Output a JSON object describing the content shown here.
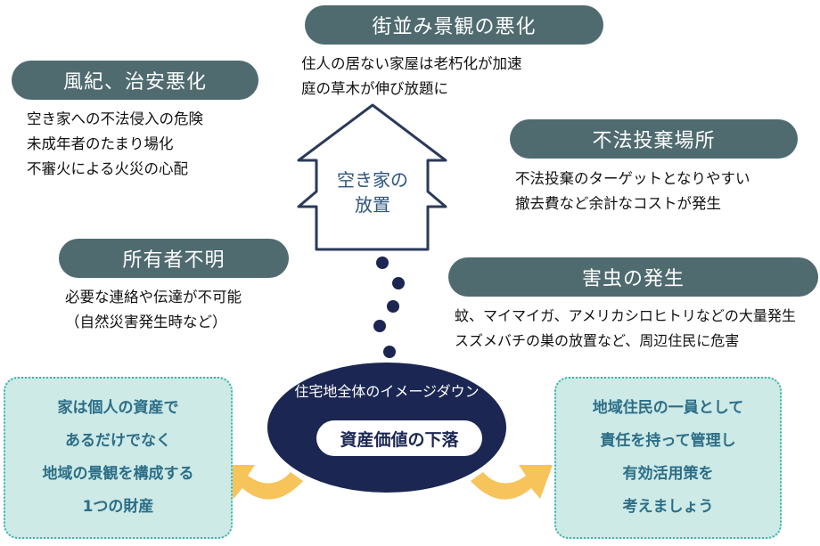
{
  "center": {
    "house_label_line1": "空き家の",
    "house_label_line2": "放置",
    "impact_text": "住宅地全体のイメージダウン",
    "impact_pill": "資産価値の下落"
  },
  "problems": [
    {
      "title": "街並み景観の悪化",
      "lines": [
        "住人の居ない家屋は老朽化が加速",
        "庭の草木が伸び放題に"
      ]
    },
    {
      "title": "風紀、治安悪化",
      "lines": [
        "空き家への不法侵入の危険",
        "未成年者のたまり場化",
        "不審火による火災の心配"
      ]
    },
    {
      "title": "不法投棄場所",
      "lines": [
        "不法投棄のターゲットとなりやすい",
        "撤去費など余計なコストが発生"
      ]
    },
    {
      "title": "所有者不明",
      "lines": [
        "必要な連絡や伝達が不可能",
        "（自然災害発生時など）"
      ]
    },
    {
      "title": "害虫の発生",
      "lines": [
        "蚊、マイマイガ、アメリカシロヒトリなどの大量発生",
        "スズメバチの巣の放置など、周辺住民に危害"
      ]
    }
  ],
  "left_box": {
    "lines": [
      "家は個人の資産で",
      "あるだけでなく",
      "地域の景観を構成する",
      "1つの財産"
    ]
  },
  "right_box": {
    "lines": [
      "地域住民の一員として",
      "責任を持って管理し",
      "有効活用策を",
      "考えましょう"
    ]
  },
  "colors": {
    "pill": "#4f6b70",
    "ellipse": "#1b2752",
    "green_box": "#cdeae7",
    "green_border": "#39b5a9",
    "arrow": "#f7c35b",
    "text_teal": "#2c6e87"
  }
}
